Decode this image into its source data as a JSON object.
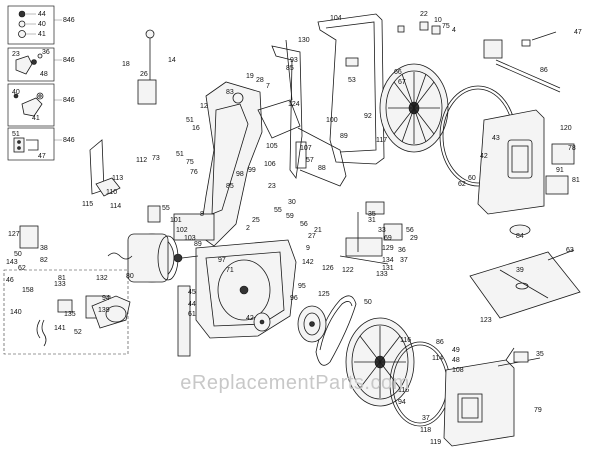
{
  "watermark": "eReplacementParts.com",
  "inset_labels": [
    "44",
    "40",
    "41",
    "846",
    "23",
    "36",
    "48",
    "846",
    "40",
    "41",
    "846",
    "51",
    "47",
    "846"
  ],
  "part_labels": [
    "104",
    "22",
    "10",
    "75",
    "4",
    "47",
    "130",
    "93",
    "18",
    "26",
    "14",
    "19",
    "28",
    "7",
    "83",
    "12",
    "51",
    "16",
    "53",
    "100",
    "124",
    "85",
    "66",
    "67",
    "86",
    "120",
    "43",
    "42",
    "60",
    "62",
    "78",
    "91",
    "81",
    "92",
    "117",
    "89",
    "110",
    "105",
    "106",
    "107",
    "57",
    "88",
    "73",
    "51",
    "75",
    "76",
    "112",
    "113",
    "115",
    "114",
    "116",
    "2",
    "25",
    "50",
    "30",
    "35",
    "31",
    "33",
    "69",
    "56",
    "55",
    "101",
    "102",
    "103",
    "89",
    "97",
    "71",
    "8",
    "80",
    "127",
    "143",
    "62",
    "46",
    "38",
    "50",
    "82",
    "81",
    "133",
    "158",
    "132",
    "94",
    "139",
    "140",
    "141",
    "135",
    "52",
    "142",
    "126",
    "129",
    "134",
    "131",
    "133",
    "122",
    "36",
    "37",
    "29",
    "9",
    "27",
    "21",
    "85",
    "98",
    "99",
    "23",
    "55",
    "59",
    "56",
    "45",
    "44",
    "61",
    "42",
    "63",
    "39",
    "84",
    "123",
    "125",
    "95",
    "96",
    "86",
    "114",
    "116",
    "94",
    "35",
    "49",
    "48",
    "108",
    "79",
    "118",
    "119",
    "37"
  ]
}
